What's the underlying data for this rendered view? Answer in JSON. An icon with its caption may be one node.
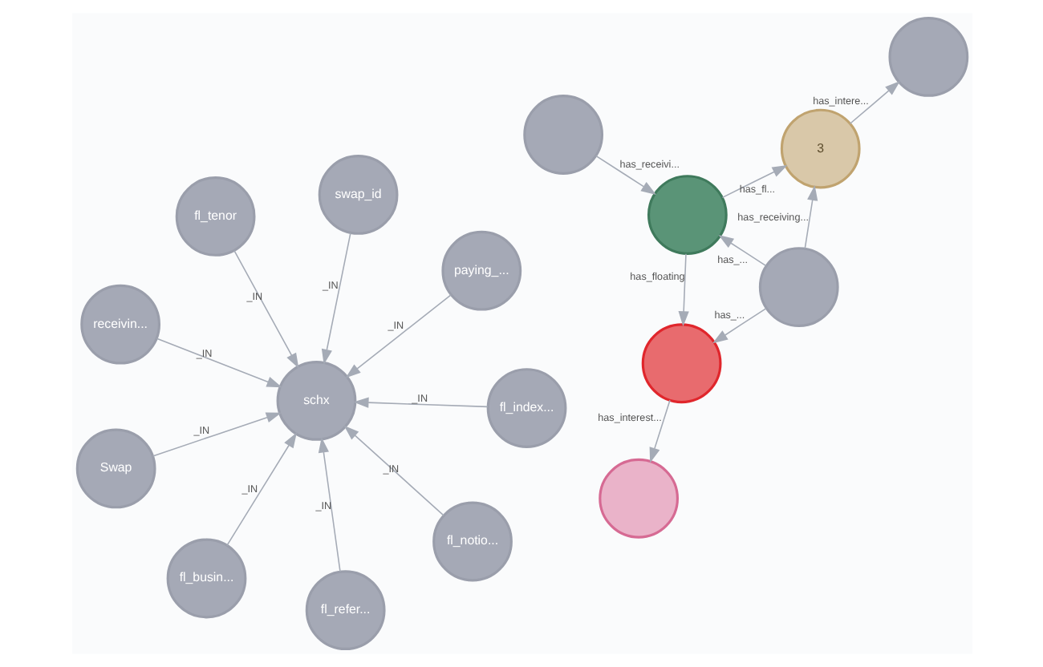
{
  "diagram": {
    "nodes": [
      {
        "text": [],
        "shape": "circle"
      },
      {
        "text": [],
        "shape": "circle"
      },
      {
        "text": [],
        "shape": "circle"
      },
      {
        "text": [
          "3"
        ]
      },
      {
        "text": [],
        "shape": "circle"
      },
      {
        "text": [],
        "shape": "circle"
      },
      {
        "text": [],
        "shape": "circle"
      },
      {
        "text": [
          "receivin..."
        ]
      },
      {
        "text": [
          "paying_..."
        ]
      },
      {
        "text": [
          "fl_refer..."
        ]
      },
      {
        "text": [
          "swap_id"
        ]
      },
      {
        "text": [
          "schx"
        ]
      },
      {
        "text": [
          "fl_tenor"
        ]
      },
      {
        "text": [
          "Swap"
        ]
      },
      {
        "text": [
          "fl_index..."
        ]
      },
      {
        "text": [
          "fl_busin..."
        ]
      },
      {
        "text": [
          "fl_notio..."
        ]
      }
    ],
    "edges": [
      {
        "from": 0,
        "to": 1,
        "arrow": "to",
        "label": "has_receivi..."
      },
      {
        "from": 2,
        "to": 1,
        "arrow": "to",
        "label": "has_..."
      },
      {
        "from": 1,
        "to": 3,
        "arrow": "to",
        "label": "has_fl..."
      },
      {
        "from": 1,
        "to": 4,
        "arrow": "to",
        "label": "has_floating"
      },
      {
        "from": 2,
        "to": 3,
        "arrow": "to",
        "label": "has_receiving..."
      },
      {
        "from": 2,
        "to": 4,
        "arrow": "to",
        "label": "has_..."
      },
      {
        "from": 3,
        "to": 5,
        "arrow": "to",
        "label": "has_intere..."
      },
      {
        "from": 4,
        "to": 6,
        "arrow": "to",
        "label": "has_interest..."
      },
      {
        "from": 7,
        "to": 11,
        "arrow": "to",
        "label": "_IN"
      },
      {
        "from": 8,
        "to": 11,
        "arrow": "to",
        "label": "_IN"
      },
      {
        "from": 9,
        "to": 11,
        "arrow": "to",
        "label": "_IN"
      },
      {
        "from": 10,
        "to": 11,
        "arrow": "to",
        "label": "_IN"
      },
      {
        "from": 12,
        "to": 11,
        "arrow": "to",
        "label": "_IN"
      },
      {
        "from": 13,
        "to": 11,
        "arrow": "to",
        "label": "_IN"
      },
      {
        "from": 14,
        "to": 11,
        "arrow": "to",
        "label": "_IN"
      },
      {
        "from": 15,
        "to": 11,
        "arrow": "to",
        "label": "_IN"
      },
      {
        "from": 16,
        "to": 11,
        "arrow": "to",
        "label": "_IN"
      }
    ]
  }
}
